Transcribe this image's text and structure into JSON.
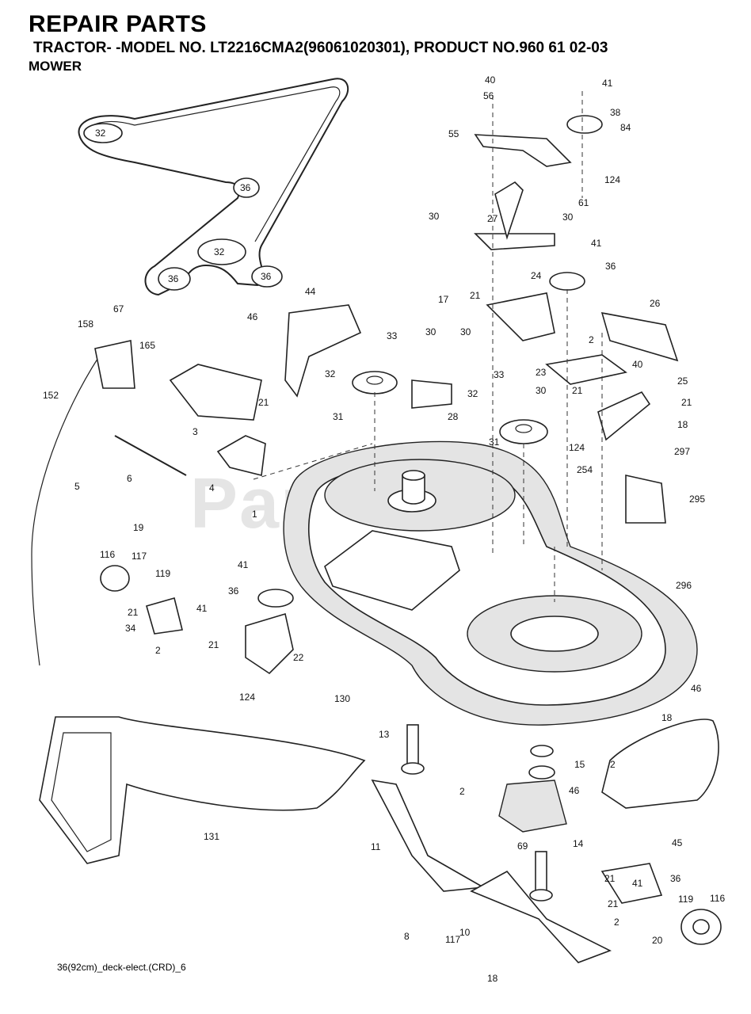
{
  "header": {
    "title": "REPAIR PARTS",
    "subtitle": "TRACTOR- -MODEL NO. LT2216CMA2(96061020301), PRODUCT NO.960 61 02-03",
    "section": "MOWER"
  },
  "watermark": "PartsTree",
  "footer": "36(92cm)_deck-elect.(CRD)_6",
  "belt_labels": [
    "32",
    "36",
    "32",
    "36",
    "36"
  ],
  "callouts": [
    "40",
    "41",
    "56",
    "38",
    "84",
    "55",
    "124",
    "61",
    "30",
    "27",
    "30",
    "41",
    "36",
    "17",
    "21",
    "24",
    "26",
    "44",
    "46",
    "67",
    "158",
    "165",
    "152",
    "33",
    "30",
    "30",
    "2",
    "40",
    "32",
    "31",
    "28",
    "23",
    "33",
    "21",
    "30",
    "25",
    "21",
    "3",
    "21",
    "32",
    "31",
    "124",
    "18",
    "5",
    "6",
    "4",
    "254",
    "297",
    "19",
    "1",
    "295",
    "296",
    "116",
    "117",
    "119",
    "41",
    "36",
    "21",
    "41",
    "34",
    "2",
    "21",
    "22",
    "124",
    "130",
    "46",
    "13",
    "18",
    "15",
    "2",
    "2",
    "46",
    "11",
    "131",
    "14",
    "45",
    "69",
    "21",
    "41",
    "36",
    "21",
    "119",
    "116",
    "8",
    "10",
    "2",
    "117",
    "20",
    "18"
  ]
}
